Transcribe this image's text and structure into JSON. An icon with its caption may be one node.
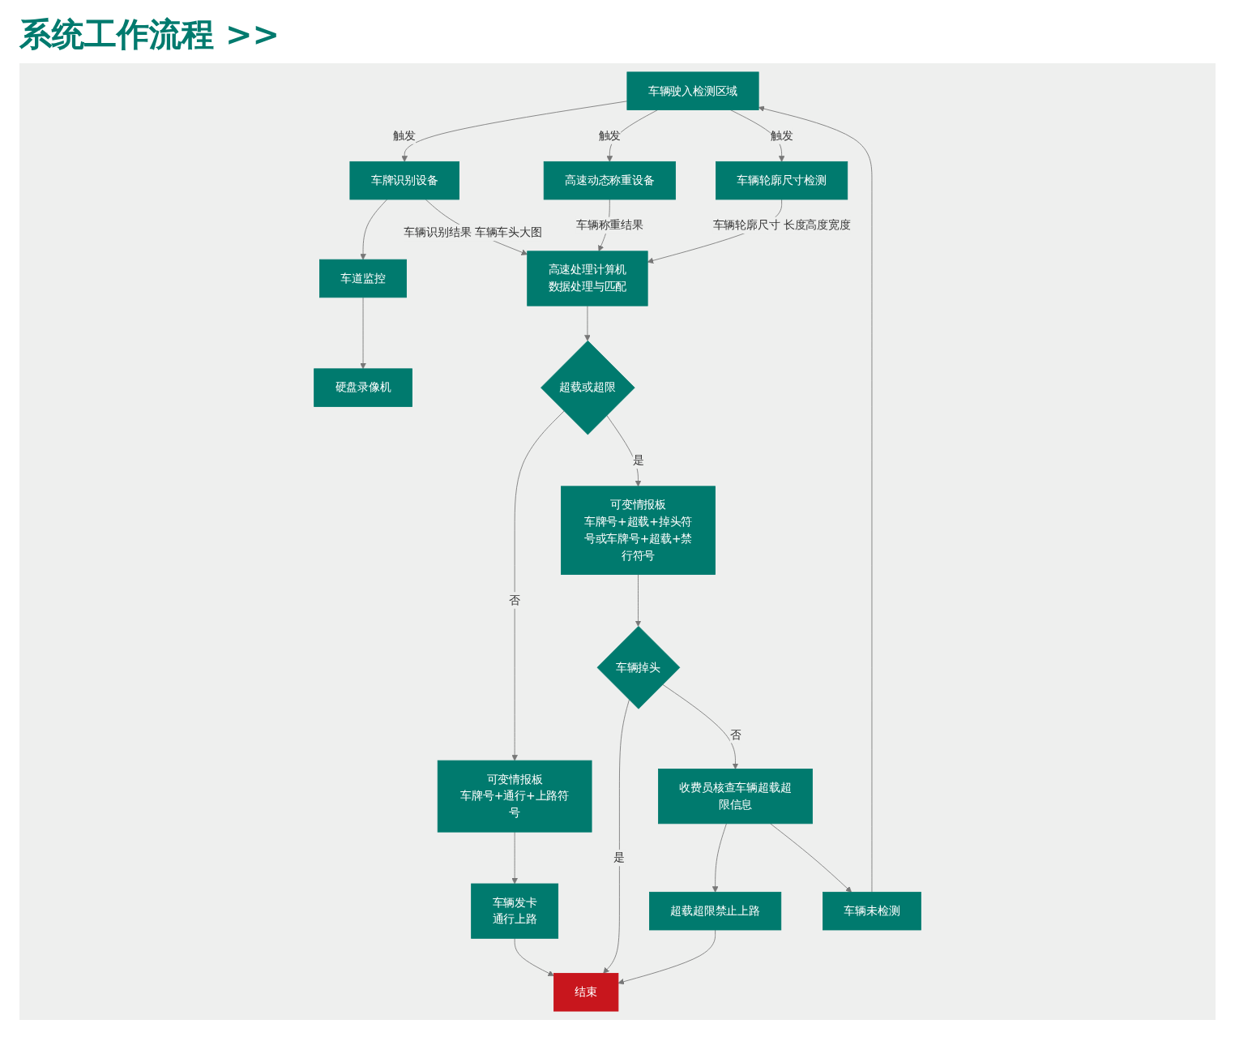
{
  "diagram": {
    "title": "系统工作流程 >>",
    "nodes": [
      {
        "text": [
          "车辆驶入检测区域"
        ]
      },
      {
        "text": [
          "车牌识别设备"
        ]
      },
      {
        "text": [
          "高速动态称重设备"
        ]
      },
      {
        "text": [
          "车辆轮廓尺寸检测"
        ]
      },
      {
        "text": [
          "车道监控"
        ]
      },
      {
        "text": [
          "硬盘录像机"
        ]
      },
      {
        "text": [
          "高速处理计算机",
          "数据处理与匹配"
        ]
      },
      {
        "text": [
          "超载或超限"
        ]
      },
      {
        "text": [
          "车辆未检测"
        ]
      },
      {
        "text": [
          "可变情报板",
          "车牌号+通行+上路符号"
        ]
      },
      {
        "text": [
          "可变情报板",
          "车牌号+超载+掉头符号或车牌号+超载+禁行符号"
        ]
      },
      {
        "text": [
          "车辆发卡",
          "通行上路"
        ]
      },
      {
        "text": [
          "车辆掉头"
        ]
      },
      {
        "text": [
          "收费员核查车辆超载超限信息"
        ]
      },
      {
        "text": [
          "结束"
        ]
      },
      {
        "text": [
          "超载超限禁止上路"
        ]
      }
    ],
    "edges": [
      {
        "from": 0,
        "to": 1,
        "arrow": "to",
        "label": "触发"
      },
      {
        "from": 0,
        "to": 2,
        "arrow": "to",
        "label": "触发"
      },
      {
        "from": 0,
        "to": 3,
        "arrow": "to",
        "label": "触发"
      },
      {
        "from": 1,
        "to": 4,
        "arrow": "to"
      },
      {
        "from": 4,
        "to": 5,
        "arrow": "to"
      },
      {
        "from": 1,
        "to": 6,
        "arrow": "to",
        "label": "车辆识别结果 车辆车头大图"
      },
      {
        "from": 2,
        "to": 6,
        "arrow": "to",
        "label": "车辆称重结果"
      },
      {
        "from": 3,
        "to": 6,
        "arrow": "to",
        "label": "车辆轮廓尺寸 长度高度宽度"
      },
      {
        "from": 6,
        "to": 7,
        "arrow": "to"
      },
      {
        "from": 7,
        "to": 9,
        "arrow": "to",
        "label": "否"
      },
      {
        "from": 7,
        "to": 10,
        "arrow": "to",
        "label": "是"
      },
      {
        "from": 9,
        "to": 11,
        "arrow": "to"
      },
      {
        "from": 10,
        "to": 12,
        "arrow": "to"
      },
      {
        "from": 12,
        "to": 14,
        "arrow": "to",
        "label": "是"
      },
      {
        "from": 12,
        "to": 13,
        "arrow": "to",
        "label": "否"
      },
      {
        "from": 13,
        "to": 15,
        "arrow": "to"
      },
      {
        "from": 15,
        "to": 14,
        "arrow": "to"
      },
      {
        "from": 11,
        "to": 14,
        "arrow": "to"
      },
      {
        "from": 13,
        "to": 8,
        "arrow": "to"
      },
      {
        "from": 8,
        "to": 0,
        "arrow": "to"
      }
    ]
  }
}
